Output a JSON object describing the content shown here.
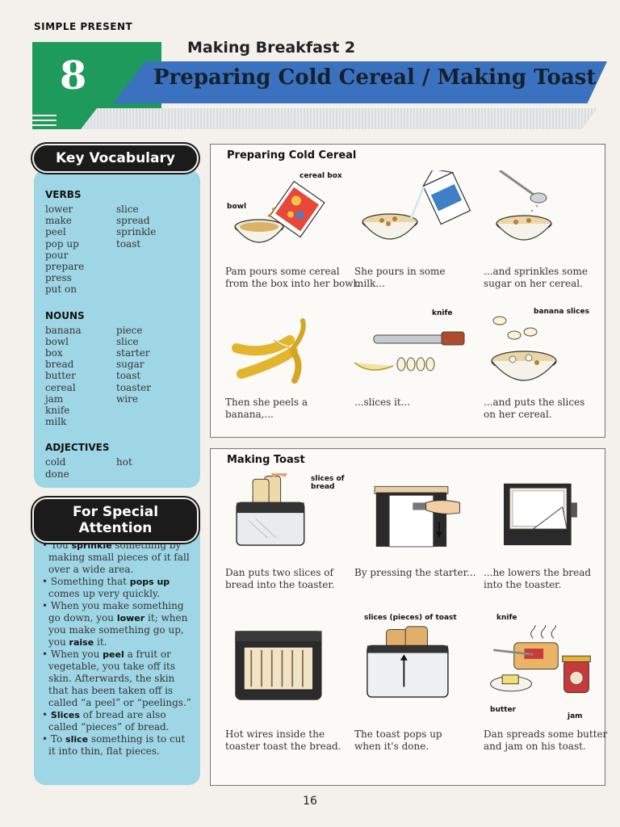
{
  "header": {
    "kicker": "SIMPLE PRESENT",
    "unit_number": "8",
    "subtitle": "Making Breakfast 2",
    "title": "Preparing Cold Cereal / Making Toast"
  },
  "vocab": {
    "heading": "Key Vocabulary",
    "verbs_label": "VERBS",
    "verbs_col1": [
      "lower",
      "make",
      "peel",
      "pop up",
      "pour",
      "prepare",
      "press",
      "put on"
    ],
    "verbs_col2": [
      "slice",
      "spread",
      "sprinkle",
      "toast"
    ],
    "nouns_label": "NOUNS",
    "nouns_col1": [
      "banana",
      "bowl",
      "box",
      "bread",
      "butter",
      "cereal",
      "jam",
      "knife",
      "milk"
    ],
    "nouns_col2": [
      "piece",
      "slice",
      "starter",
      "sugar",
      "toast",
      "toaster",
      "wire"
    ],
    "adjectives_label": "ADJECTIVES",
    "adjectives_col1": [
      "cold",
      "done"
    ],
    "adjectives_col2": [
      "hot"
    ]
  },
  "attention": {
    "heading": "For Special Attention",
    "items": [
      {
        "pre": "You ",
        "bold": "sprinkle",
        "post": " something by making small pieces of it fall over a wide area."
      },
      {
        "pre": "Something that ",
        "bold": "pops up",
        "post": " comes up very quickly."
      },
      {
        "pre": "When you make something go down, you ",
        "bold": "lower",
        "post": " it; when you make something go up, you ",
        "bold2": "raise",
        "post2": " it."
      },
      {
        "pre": "When you ",
        "bold": "peel",
        "post": " a fruit or vegetable, you take off its skin. Afterwards, the skin that has been taken off is called “a peel” or “peelings.”"
      },
      {
        "pre": "",
        "bold": "Slices",
        "post": " of bread are also called “pieces” of bread."
      },
      {
        "pre": "To ",
        "bold": "slice",
        "post": " something is to cut it into thin, flat pieces."
      }
    ]
  },
  "cereal": {
    "title": "Preparing Cold Cereal",
    "labels": {
      "cereal_box": "cereal box",
      "bowl": "bowl",
      "knife": "knife",
      "banana_slices": "banana slices"
    },
    "captions": [
      [
        "Pam pours some cereal",
        "from the box into her bowl."
      ],
      [
        "She pours in some",
        "milk..."
      ],
      [
        "...and sprinkles some",
        "sugar on her cereal."
      ],
      [
        "Then she peels a",
        "banana,..."
      ],
      [
        "...slices it..."
      ],
      [
        "...and puts the slices",
        "on her cereal."
      ]
    ]
  },
  "toast": {
    "title": "Making Toast",
    "labels": {
      "slices_of_bread": [
        "slices of",
        "bread"
      ],
      "slices_pieces": "slices (pieces) of toast",
      "knife": "knife",
      "butter": "butter",
      "jam": "jam"
    },
    "captions": [
      [
        "Dan puts two slices of",
        "bread into the toaster."
      ],
      [
        "By pressing the starter..."
      ],
      [
        "...he lowers the bread",
        "into the toaster."
      ],
      [
        "Hot wires inside the",
        "toaster toast the bread."
      ],
      [
        "The toast pops up",
        "when it's done."
      ],
      [
        "Dan spreads some butter",
        "and jam on his toast."
      ]
    ]
  },
  "page_number": "16",
  "colors": {
    "green": "#1e9a5c",
    "blue": "#3a72bf",
    "panel": "#9fd6e6",
    "pill": "#1b1b1b"
  }
}
